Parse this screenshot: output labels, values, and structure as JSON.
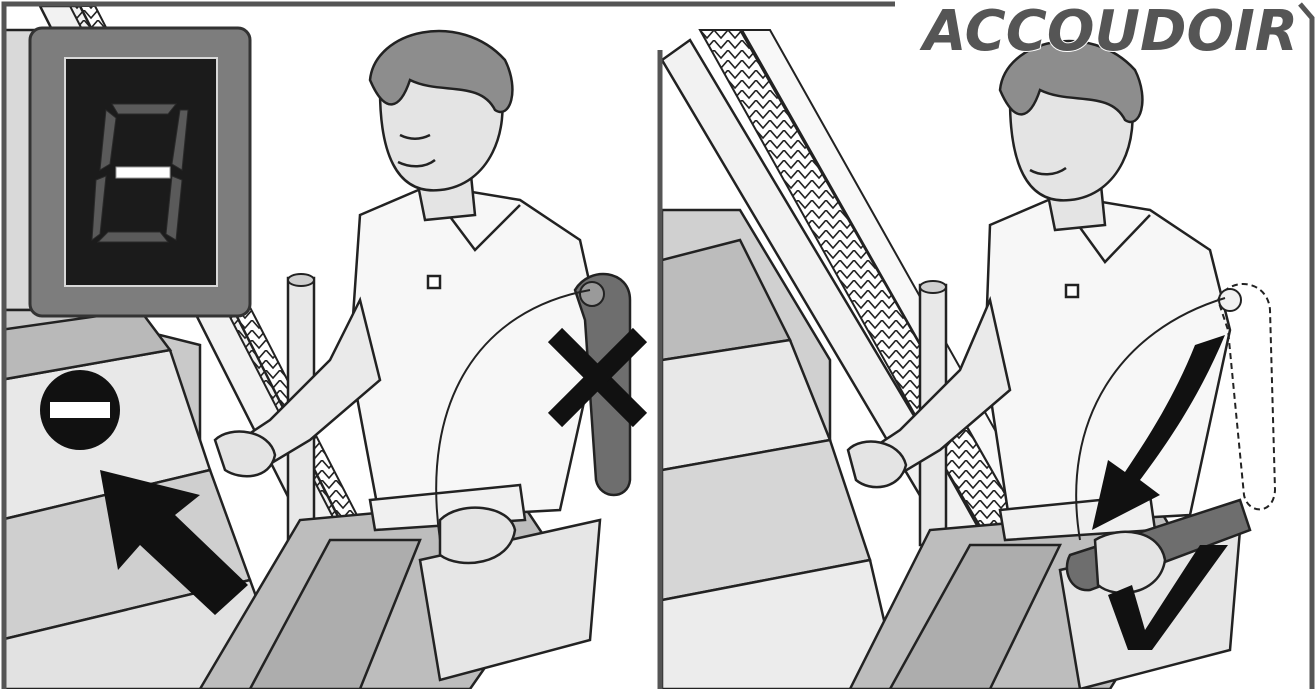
{
  "title": "ACCOUDOIR",
  "colors": {
    "frame": "#555555",
    "panel_bg": "#ffffff",
    "step_light": "#e6e6e6",
    "step_mid": "#cfcfcf",
    "step_dark": "#a8a8a8",
    "rail": "#f2f2f2",
    "skin": "#e4e4e4",
    "shirt": "#f7f7f7",
    "trousers": "#b9b9b9",
    "hair": "#8d8d8d",
    "armrest": "#6e6e6e",
    "display_bg": "#1b1b1b",
    "display_frame": "#7d7d7d",
    "segment_off": "#5a5a5a",
    "segment_on": "#ffffff",
    "cross": "#111111",
    "arrow": "#111111"
  },
  "panels": [
    {
      "name": "left",
      "display_symbol": "-",
      "status_icon": "no-entry-icon",
      "armrest_state": "raised",
      "marker": "cross-icon"
    },
    {
      "name": "right",
      "armrest_state": "lowered",
      "marker": "down-arrow-icon"
    }
  ]
}
